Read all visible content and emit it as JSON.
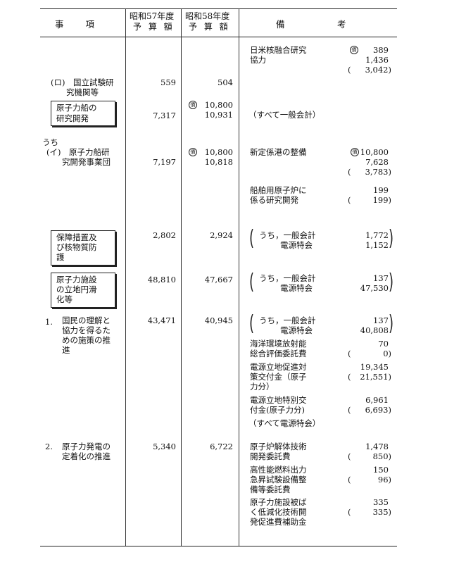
{
  "header": {
    "col1": "事　　項",
    "col2_top": "昭和57年度",
    "col2_bot": "予 算 額",
    "col3_top": "昭和58年度",
    "col3_bot": "予 算 額",
    "col4": "備　　　　　考"
  },
  "rows": {
    "r0": {
      "note": "日米核融合研究",
      "note2": "協力",
      "m": "債",
      "a1": "389",
      "a2": "1,436",
      "a3": "3,042)",
      "a3p": "("
    },
    "r1": {
      "label": "(ロ)　国立試験研",
      "label2": "究機関等",
      "v57": "559",
      "v58": "504"
    },
    "r2": {
      "label": "原子力船の",
      "label2": "研究開発",
      "v57": "7,317",
      "m": "債",
      "v58a": "10,800",
      "v58b": "10,931",
      "note": "（すべて一般会計）"
    },
    "r3": {
      "pre": "うち",
      "label": "(イ)　原子力船研",
      "label2": "究開発事業団",
      "v57": "7,197",
      "m": "債",
      "v58a": "10,800",
      "v58b": "10,818",
      "note": "新定係港の整備",
      "nm": "債",
      "a1": "10,800",
      "a2": "7,628",
      "a3": "3,783)",
      "a3p": "("
    },
    "r4": {
      "note": "船舶用原子炉に",
      "note2": "係る研究開発",
      "a1": "199",
      "a2": "199)",
      "a2p": "("
    },
    "r5": {
      "label": "保障措置及",
      "label2": "び核物質防",
      "label3": "護",
      "v57": "2,802",
      "v58": "2,924",
      "note": "うち，一般会計",
      "note2": "電源特会",
      "a1": "1,772",
      "a2": "1,152"
    },
    "r6": {
      "label": "原子力施設",
      "label2": "の立地円滑",
      "label3": "化等",
      "v57": "48,810",
      "v58": "47,667",
      "note": "うち，一般会計",
      "note2": "電源特会",
      "a1": "137",
      "a2": "47,530"
    },
    "r7": {
      "num": "1.",
      "label": "国民の理解と",
      "label2": "協力を得るた",
      "label3": "めの施策の推",
      "label4": "進",
      "v57": "43,471",
      "v58": "40,945",
      "note": "うち，一般会計",
      "note2": "電源特会",
      "a1": "137",
      "a2": "40,808"
    },
    "r8": {
      "note": "海洋環境放射能",
      "note2": "総合評価委託費",
      "a1": "70",
      "a2": "0)",
      "a2p": "("
    },
    "r9": {
      "note": "電源立地促進対",
      "note2": "策交付金（原子",
      "note3": "力分）",
      "a1": "19,345",
      "a2": "21,551)",
      "a2p": "("
    },
    "r10": {
      "note": "電源立地特別交",
      "note2": "付金(原子力分)",
      "a1": "6,961",
      "a2": "6,693)",
      "a2p": "("
    },
    "r11": {
      "note": "（すべて電源特会）"
    },
    "r12": {
      "num": "2.",
      "label": "原子力発電の",
      "label2": "定着化の推進",
      "v57": "5,340",
      "v58": "6,722",
      "note": "原子炉解体技術",
      "note2": "開発委託費",
      "a1": "1,478",
      "a2": "850)",
      "a2p": "("
    },
    "r13": {
      "note": "高性能燃料出力",
      "note2": "急昇試験設備整",
      "note3": "備等委託費",
      "a1": "150",
      "a2": "96)",
      "a2p": "("
    },
    "r14": {
      "note": "原子力施設被ば",
      "note2": "く低減化技術開",
      "note3": "発促進費補助金",
      "a1": "335",
      "a2": "335)",
      "a2p": "("
    }
  }
}
